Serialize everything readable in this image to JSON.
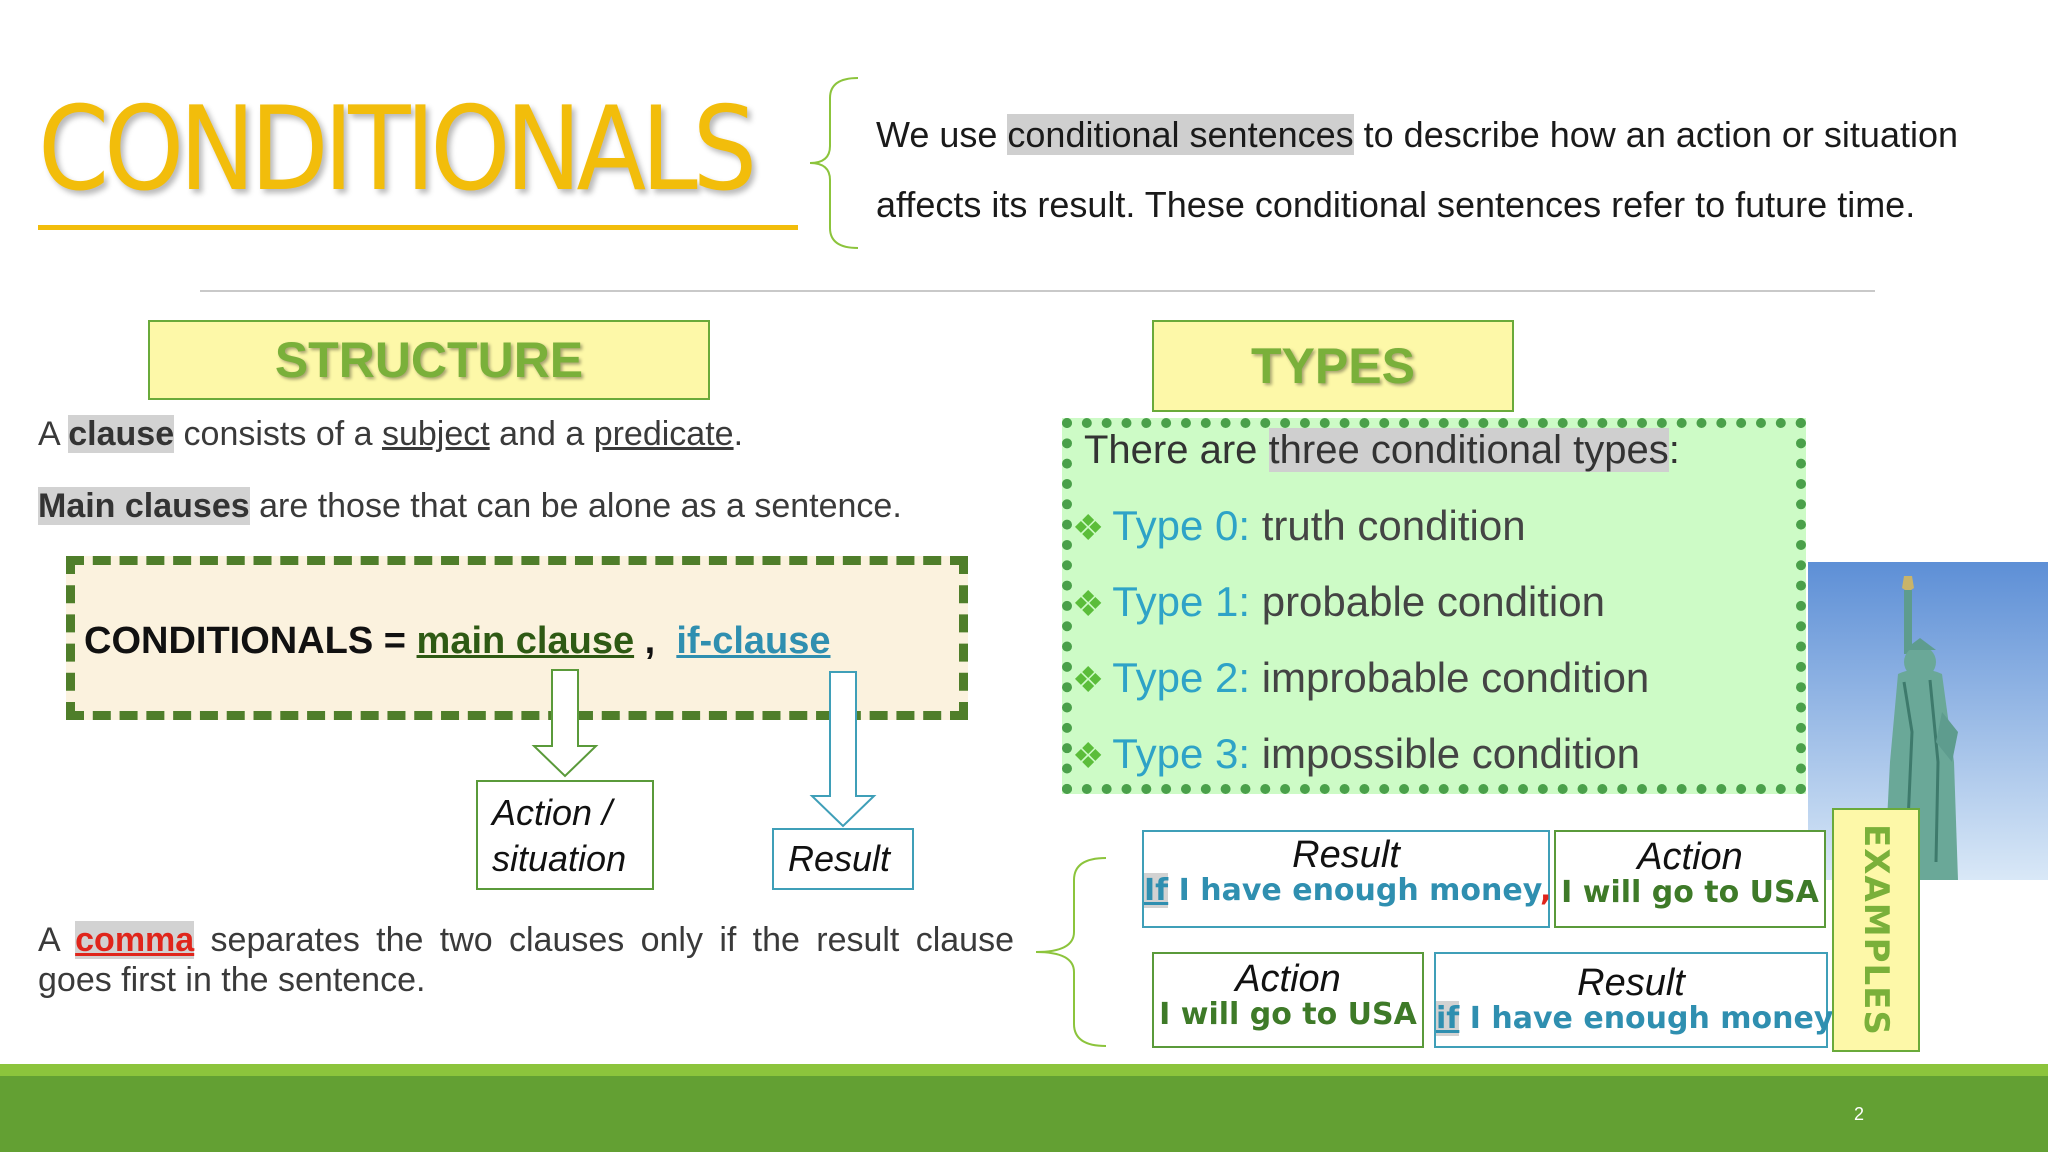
{
  "title": "CONDITIONALS",
  "intro": {
    "pre": "We use ",
    "highlight": "conditional sentences",
    "post": " to describe how an action or situation affects its result. These conditional sentences refer to future time."
  },
  "structure": {
    "heading": "STRUCTURE",
    "clause_def": {
      "p1": "A ",
      "clause": "clause",
      "p2": " consists of a ",
      "subject": "subject",
      "p3": " and a ",
      "predicate": "predicate",
      "p4": "."
    },
    "main_def": {
      "main": "Main clauses",
      "rest": " are those that can be alone as a sentence."
    },
    "formula": {
      "lhs": "CONDITIONALS = ",
      "main_clause": "main clause",
      "sep": " ,  ",
      "if_clause": "if-clause"
    },
    "action_label_line1": "Action /",
    "action_label_line2": "situation",
    "result_label": "Result",
    "comma_para": {
      "p1": "A ",
      "comma": "comma",
      "p2": " separates the two clauses only if the result clause goes first in the sentence."
    }
  },
  "types": {
    "heading": "TYPES",
    "intro_pre": "There are ",
    "intro_highlight": "three conditional types",
    "intro_post": ":",
    "bullet_icon": "diamond-bullet-icon",
    "items": [
      {
        "name": "Type 0:",
        "desc": " truth condition"
      },
      {
        "name": "Type 1:",
        "desc": " probable condition"
      },
      {
        "name": "Type 2:",
        "desc": " improbable condition"
      },
      {
        "name": "Type 3:",
        "desc": " impossible condition"
      }
    ]
  },
  "examples": {
    "tag": "EXAMPLES",
    "row1": {
      "left_top": "Result",
      "left_if": "If",
      "left_rest": " I have enough money",
      "comma": ",",
      "right_top": "Action",
      "right_text": "I will go to USA"
    },
    "row2": {
      "left_top": "Action",
      "left_text": "I will go to USA",
      "right_top": "Result",
      "right_if": "if",
      "right_rest": " I have enough money"
    }
  },
  "slide_number": "2",
  "colors": {
    "title": "#f2bd0b",
    "footer": "#63a033",
    "accent_green": "#7ab03a",
    "accent_blue": "#2ea3c7",
    "types_bg": "#cdfbc6"
  }
}
